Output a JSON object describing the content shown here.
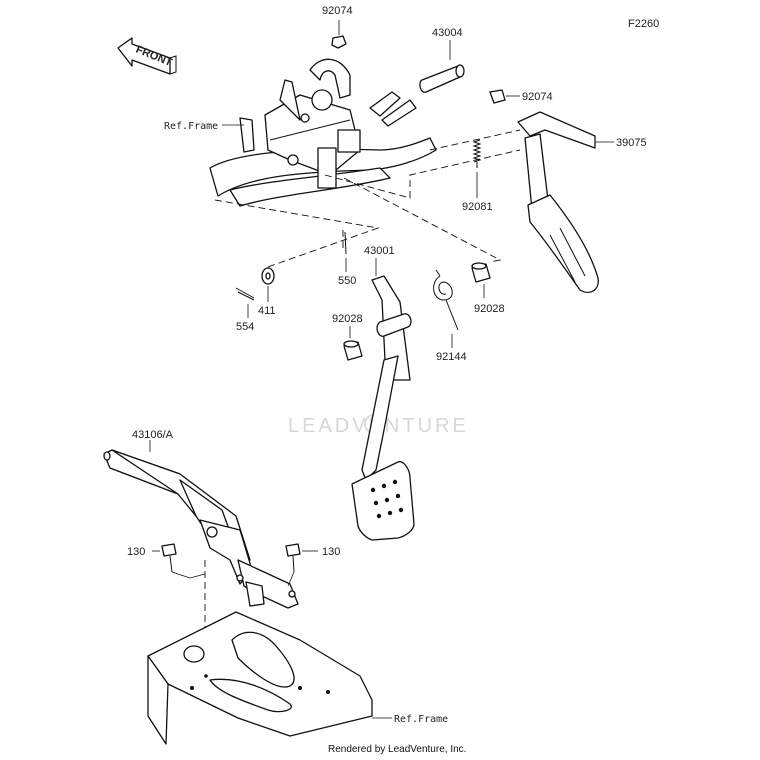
{
  "diagram": {
    "code": "F2260",
    "direction_label": "FRONT",
    "watermark": "LEADVENTURE",
    "footer": "Rendered by LeadVenture, Inc.",
    "parts": {
      "p92074a": "92074",
      "p43004": "43004",
      "p92074b": "92074",
      "p39075": "39075",
      "p92081": "92081",
      "p43001": "43001",
      "p550": "550",
      "p411": "411",
      "p554": "554",
      "p92028a": "92028",
      "p92028b": "92028",
      "p92144": "92144",
      "p43106": "43106/A",
      "p130a": "130",
      "p130b": "130"
    },
    "refs": {
      "frame_top": "Ref.Frame",
      "frame_bottom": "Ref.Frame"
    }
  }
}
